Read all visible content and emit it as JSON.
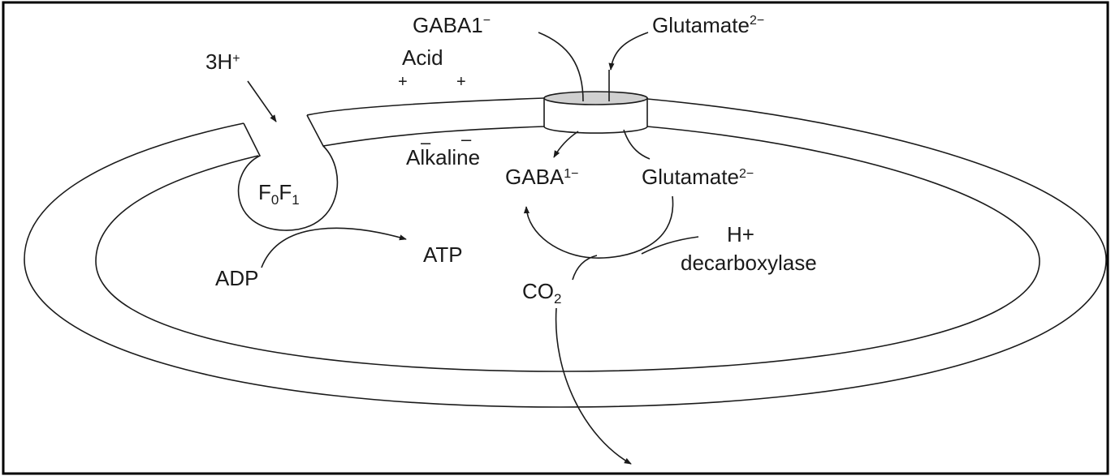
{
  "labels": {
    "gaba_out": "GABA1",
    "gaba_out_charge": "−",
    "glutamate_out": "Glutamate",
    "glutamate_out_charge": "2−",
    "proton_out": "3H",
    "proton_out_charge": "+",
    "acid": "Acid",
    "plus1": "+",
    "plus2": "+",
    "minus1": "–",
    "minus2": "–",
    "alkaline": "Alkaline",
    "gaba_in": "GABA",
    "gaba_in_charge": "1−",
    "glutamate_in": "Glutamate",
    "glutamate_in_charge": "2−",
    "atpase_f": "F",
    "atpase_f0_sub": "0",
    "atpase_f2": "F",
    "atpase_f1_sub": "1",
    "adp": "ADP",
    "atp": "ATP",
    "proton_in": "H+",
    "decarboxylase": "decarboxylase",
    "co2": "CO",
    "co2_sub": "2"
  }
}
